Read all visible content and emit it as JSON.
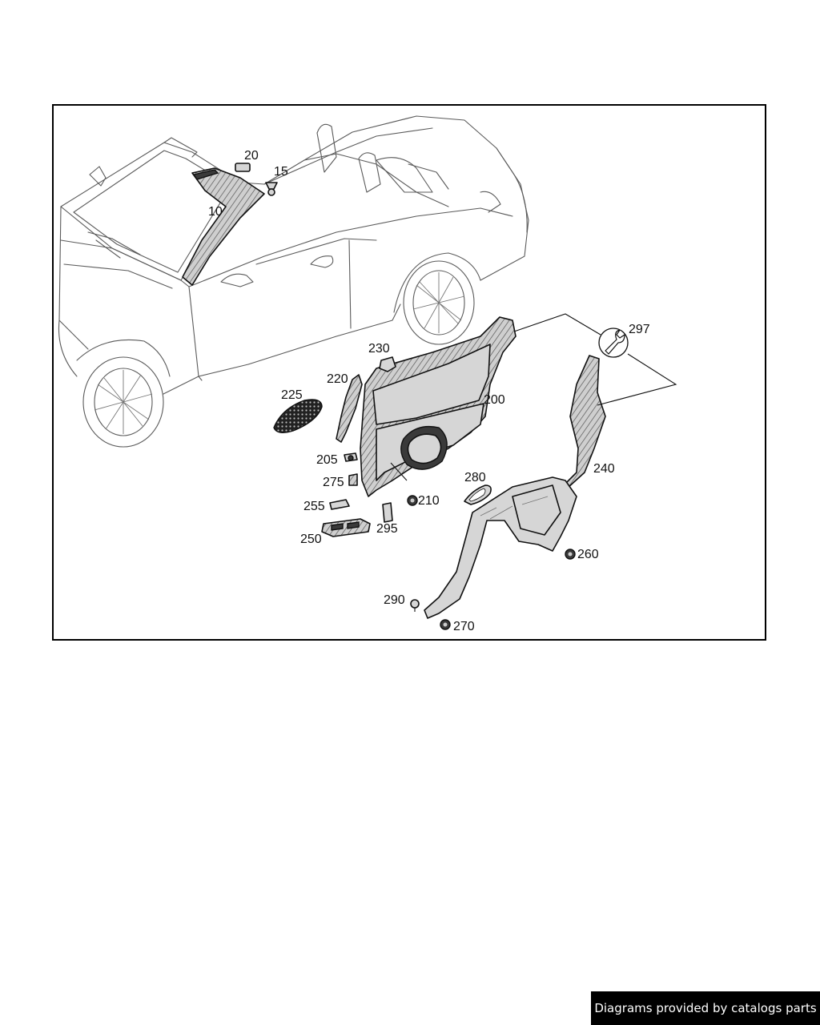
{
  "diagram": {
    "callouts": {
      "c10": "10",
      "c15": "15",
      "c20": "20",
      "c200": "200",
      "c205": "205",
      "c210": "210",
      "c220": "220",
      "c225": "225",
      "c230": "230",
      "c240": "240",
      "c250": "250",
      "c255": "255",
      "c260": "260",
      "c270": "270",
      "c275": "275",
      "c280": "280",
      "c290": "290",
      "c295": "295",
      "c297": "297"
    },
    "icons": {
      "tool_symbol": "wrench-icon"
    }
  },
  "footer": {
    "credit": "Diagrams provided by catalogs parts"
  }
}
